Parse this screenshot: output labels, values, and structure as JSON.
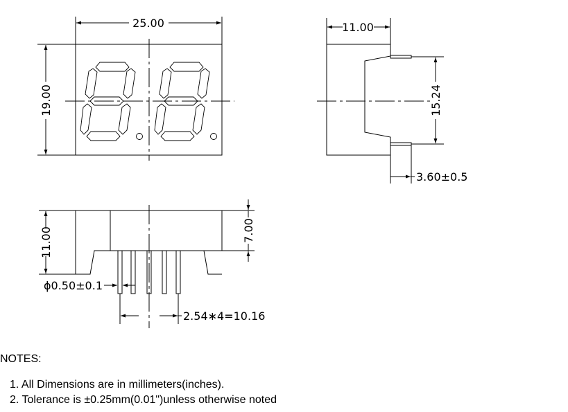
{
  "front_view": {
    "width_label": "25.00",
    "height_label": "19.00"
  },
  "side_view": {
    "depth_label": "11.00",
    "pin_spacing_label": "15.24",
    "pin_length_label": "3.60±0.5"
  },
  "bottom_view": {
    "body_height_label": "11.00",
    "body_top_label": "7.00",
    "pin_diameter_label": "ϕ0.50±0.1",
    "pin_pitch_label": "2.54∗4=10.16"
  },
  "notes": {
    "heading": "NOTES:",
    "items": [
      "1. All Dimensions are in millimeters(inches).",
      "2. Tolerance is ±0.25mm(0.01\")unless otherwise noted"
    ]
  }
}
